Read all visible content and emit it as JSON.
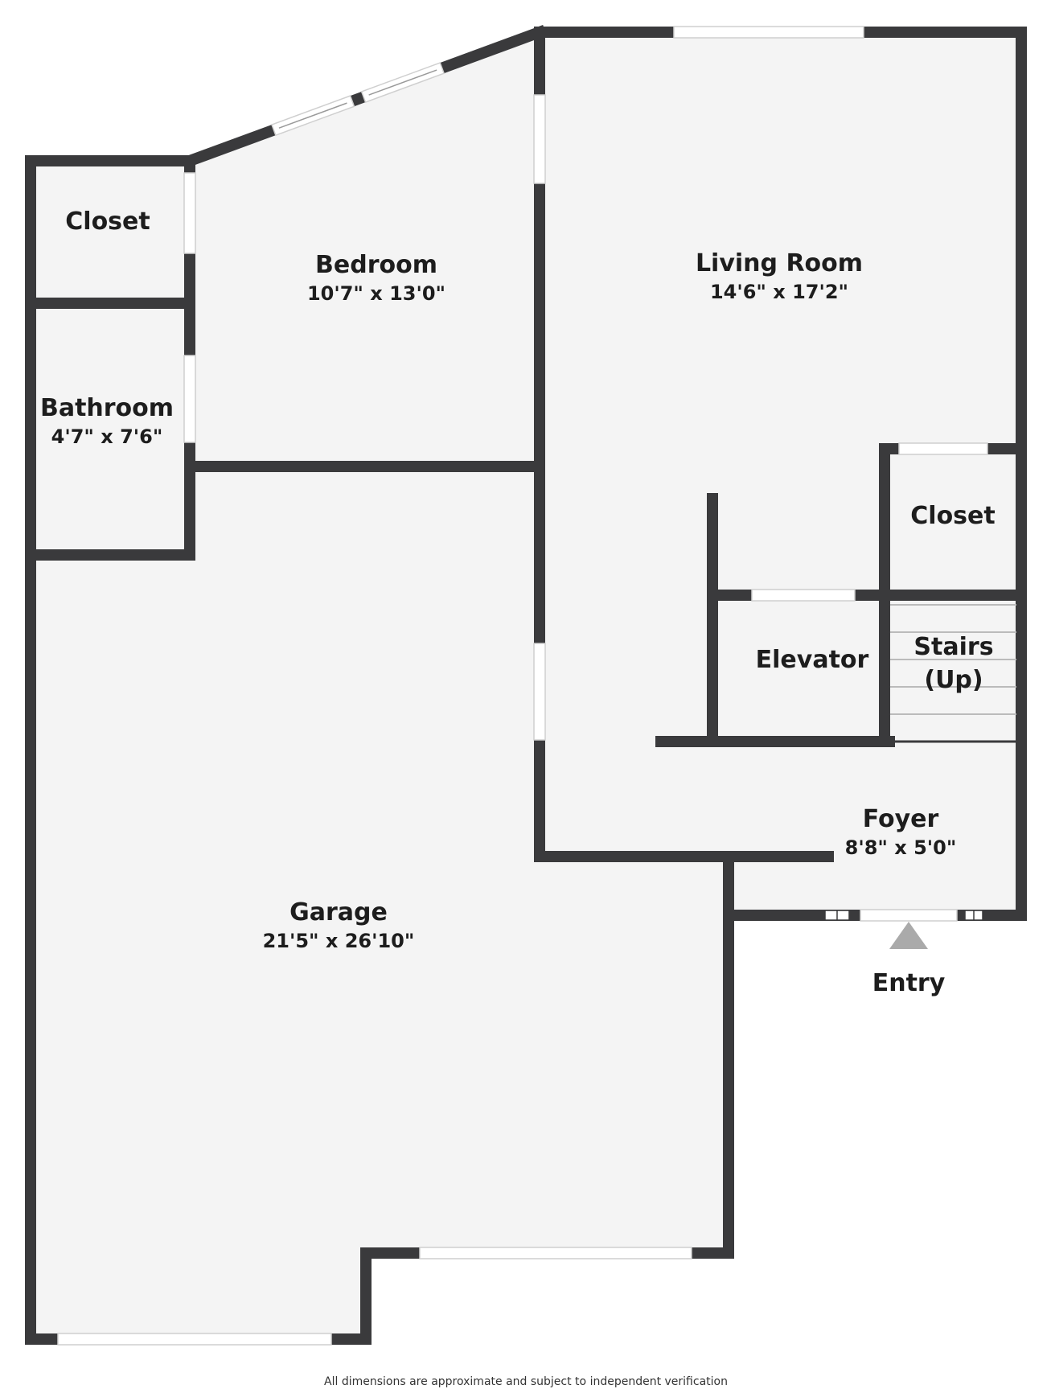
{
  "rooms": {
    "closet_left": {
      "name": "Closet"
    },
    "bedroom": {
      "name": "Bedroom",
      "dimensions": "10'7\" x 13'0\""
    },
    "bathroom": {
      "name": "Bathroom",
      "dimensions": "4'7\" x 7'6\""
    },
    "living_room": {
      "name": "Living Room",
      "dimensions": "14'6\" x 17'2\""
    },
    "closet_right": {
      "name": "Closet"
    },
    "elevator": {
      "name": "Elevator"
    },
    "stairs": {
      "line1": "Stairs",
      "line2": "(Up)"
    },
    "foyer": {
      "name": "Foyer",
      "dimensions": "8'8\" x 5'0\""
    },
    "garage": {
      "name": "Garage",
      "dimensions": "21'5\" x 26'10\""
    }
  },
  "entry": {
    "label": "Entry"
  },
  "footer": {
    "note": "All dimensions are approximate and subject to independent verification"
  },
  "colors": {
    "wall": "#3a3a3c",
    "floor": "#f4f4f4",
    "window": "#ffffff",
    "stair_lines": "#bbbbbb",
    "entry_arrow": "#aaaaaa",
    "text": "#1d1d1d"
  }
}
